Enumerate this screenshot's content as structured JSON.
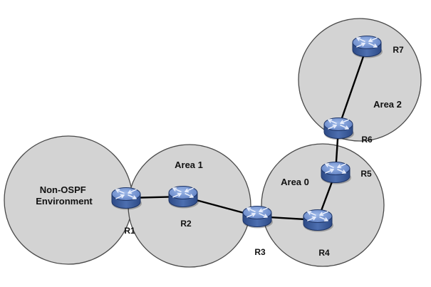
{
  "areas": [
    {
      "id": "non-ospf",
      "lines": [
        "Non-OSPF",
        "Environment"
      ]
    },
    {
      "id": "area1",
      "lines": [
        "Area 1"
      ]
    },
    {
      "id": "area0",
      "lines": [
        "Area 0"
      ]
    },
    {
      "id": "area2",
      "lines": [
        "Area 2"
      ]
    }
  ],
  "routers": [
    {
      "id": "R1",
      "label": "R1"
    },
    {
      "id": "R2",
      "label": "R2"
    },
    {
      "id": "R3",
      "label": "R3"
    },
    {
      "id": "R4",
      "label": "R4"
    },
    {
      "id": "R5",
      "label": "R5"
    },
    {
      "id": "R6",
      "label": "R6"
    },
    {
      "id": "R7",
      "label": "R7"
    }
  ],
  "links": [
    [
      "R1",
      "R2"
    ],
    [
      "R2",
      "R3"
    ],
    [
      "R3",
      "R4"
    ],
    [
      "R4",
      "R5"
    ],
    [
      "R5",
      "R6"
    ],
    [
      "R6",
      "R7"
    ]
  ],
  "colors": {
    "area_fill": "#d3d3d3",
    "router_body": "#3f5f9e",
    "router_top": "#7f9fd6",
    "router_arrows": "#e8eefc",
    "link": "#000000"
  }
}
